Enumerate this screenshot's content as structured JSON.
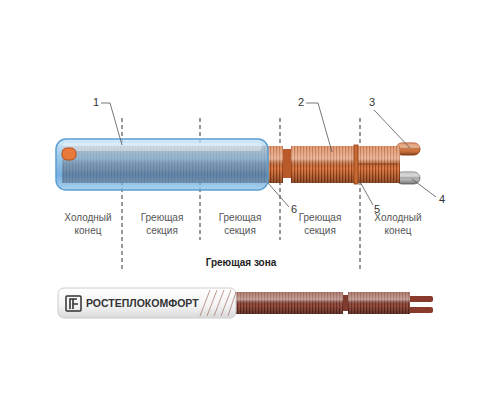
{
  "diagram": {
    "labels": [
      "1",
      "2",
      "3",
      "4",
      "5",
      "6",
      "Холодный конец",
      "Греющая секция",
      "Греющая секция",
      "Греющая секция",
      "Холодный конец",
      "Греющая зона",
      "РОСТЕПЛОКОМФОРТ"
    ]
  }
}
